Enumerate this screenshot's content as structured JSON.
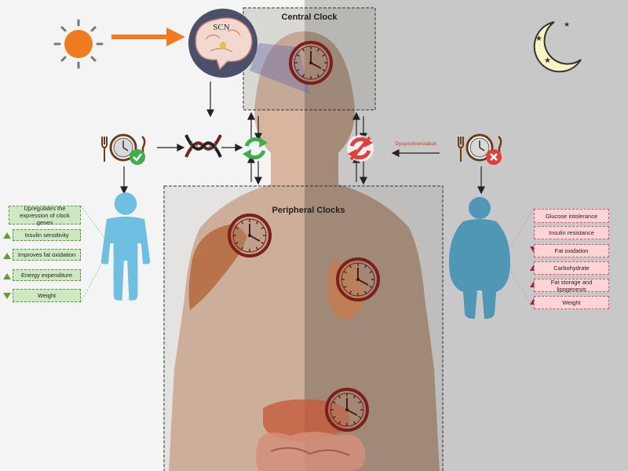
{
  "titles": {
    "central_clock": "Central Clock",
    "peripheral_clocks": "Peripheral Clocks",
    "scn": "SCN",
    "dysynchronization": "Dysynchronization"
  },
  "synchronized_effects": [
    {
      "label": "Upregulates the expression of clock genes",
      "direction": "up"
    },
    {
      "label": "Insulin sensitivity",
      "direction": "up"
    },
    {
      "label": "Improves fat oxidation",
      "direction": "up"
    },
    {
      "label": "Energy expenditure",
      "direction": "up"
    },
    {
      "label": "Weight",
      "direction": "down"
    }
  ],
  "desynchronized_effects": [
    {
      "label": "Glucose intolerance",
      "direction": "none"
    },
    {
      "label": "Insulin resistance",
      "direction": "none"
    },
    {
      "label": "Fat oxidation",
      "direction": "down"
    },
    {
      "label": "Carbohydrate",
      "direction": "up"
    },
    {
      "label": "Fat storage and lipogenesis",
      "direction": "up"
    },
    {
      "label": "Weight",
      "direction": "up"
    }
  ],
  "icons": [
    "sun-icon",
    "moon-icon",
    "brain-icon",
    "clock-icon",
    "dna-icon",
    "sync-icon",
    "desync-icon",
    "meal-clock-icon",
    "check-icon",
    "cross-icon",
    "muscle-icon",
    "heart-icon",
    "liver-icon",
    "intestine-icon",
    "person-icon"
  ],
  "colors": {
    "green_box": "#cfe8c2",
    "green_border": "#4d9a45",
    "red_box": "#ffd4d6",
    "red_border": "#d9596a",
    "sun": "#f07c1f",
    "clock_ring": "#7a1f1a",
    "person_blue": "#6fbfe0",
    "obese_blue": "#4f97b5",
    "sync_green": "#3fae49",
    "desync_red": "#e0403d"
  }
}
